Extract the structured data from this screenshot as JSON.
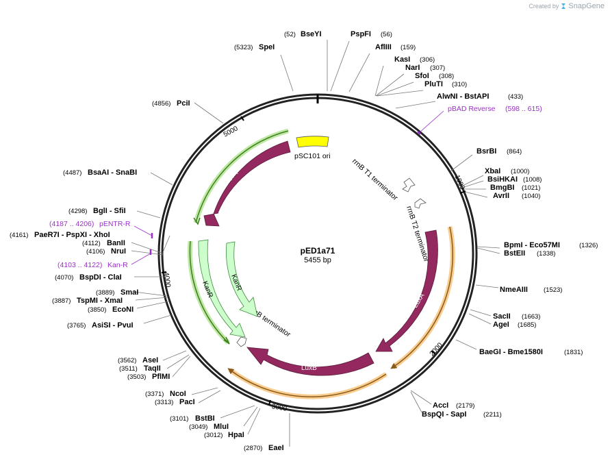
{
  "credit": {
    "created_by": "Created by",
    "brand": "SnapGene"
  },
  "plasmid": {
    "name": "pED1a71",
    "size_label": "5455 bp",
    "length": 5455
  },
  "colors": {
    "lux": "#93295f",
    "kan": "#ccffcc",
    "kan_stroke": "#3d8a3d",
    "ori": "#ffff00",
    "orange_glow": "#f6c173",
    "green_glow": "#b7e59a",
    "primer": "#9b30c9"
  },
  "ticks": [
    {
      "label": "1000"
    },
    {
      "label": "2000"
    },
    {
      "label": "3000"
    },
    {
      "label": "4000"
    },
    {
      "label": "5000"
    }
  ],
  "features": [
    {
      "label": "pSC101 ori"
    },
    {
      "label": "rrnB T1 terminator"
    },
    {
      "label": "rrnB T2 terminator"
    },
    {
      "label": "LuxA"
    },
    {
      "label": "LuxB"
    },
    {
      "label": "tonB terminator"
    },
    {
      "label": "KanR"
    },
    {
      "label": "KanR"
    },
    {
      "label": "Rep101"
    }
  ],
  "sites": [
    {
      "pos": "(52)",
      "name": "BseYI"
    },
    {
      "pos": "(56)",
      "name": "PspFI"
    },
    {
      "pos": "(159)",
      "name": "AflIII"
    },
    {
      "pos": "(5323)",
      "name": "SpeI"
    },
    {
      "pos": "(306)",
      "name": "KasI"
    },
    {
      "pos": "(307)",
      "name": "NarI"
    },
    {
      "pos": "(308)",
      "name": "SfoI"
    },
    {
      "pos": "(310)",
      "name": "PluTI"
    },
    {
      "pos": "(433)",
      "name": "AlwNI - BstAPI"
    },
    {
      "pos": "(864)",
      "name": "BsrBI"
    },
    {
      "pos": "(1000)",
      "name": "XbaI"
    },
    {
      "pos": "(1008)",
      "name": "BsiHKAI"
    },
    {
      "pos": "(1021)",
      "name": "BmgBI"
    },
    {
      "pos": "(1040)",
      "name": "AvrII"
    },
    {
      "pos": "(1326)",
      "name": "BpmI - Eco57MI"
    },
    {
      "pos": "(1338)",
      "name": "BstEII"
    },
    {
      "pos": "(1523)",
      "name": "NmeAIII"
    },
    {
      "pos": "(1663)",
      "name": "SacII"
    },
    {
      "pos": "(1685)",
      "name": "AgeI"
    },
    {
      "pos": "(1831)",
      "name": "BaeGI - Bme1580I"
    },
    {
      "pos": "(2179)",
      "name": "AccI"
    },
    {
      "pos": "(2211)",
      "name": "BspQI - SapI"
    },
    {
      "pos": "(2870)",
      "name": "EaeI"
    },
    {
      "pos": "(3012)",
      "name": "HpaI"
    },
    {
      "pos": "(3049)",
      "name": "MluI"
    },
    {
      "pos": "(3101)",
      "name": "BstBI"
    },
    {
      "pos": "(3313)",
      "name": "PacI"
    },
    {
      "pos": "(3371)",
      "name": "NcoI"
    },
    {
      "pos": "(3503)",
      "name": "PflMI"
    },
    {
      "pos": "(3511)",
      "name": "TaqII"
    },
    {
      "pos": "(3562)",
      "name": "AseI"
    },
    {
      "pos": "(3765)",
      "name": "AsiSI - PvuI"
    },
    {
      "pos": "(3850)",
      "name": "EcoNI"
    },
    {
      "pos": "(3887)",
      "name": "TspMI - XmaI"
    },
    {
      "pos": "(3889)",
      "name": "SmaI"
    },
    {
      "pos": "(4070)",
      "name": "BspDI - ClaI"
    },
    {
      "pos": "(4106)",
      "name": "NruI"
    },
    {
      "pos": "(4112)",
      "name": "BanII"
    },
    {
      "pos": "(4161)",
      "name": "PaeR7I - PspXI - XhoI"
    },
    {
      "pos": "(4298)",
      "name": "BglI - SfiI"
    },
    {
      "pos": "(4487)",
      "name": "BsaAI - SnaBI"
    },
    {
      "pos": "(4856)",
      "name": "PciI"
    }
  ],
  "primers": [
    {
      "label": "pBAD Reverse",
      "range": "(598 .. 615)"
    },
    {
      "label": "pENTR-R",
      "range": "(4187 .. 4206)"
    },
    {
      "label": "Kan-R",
      "range": "(4103 .. 4122)"
    }
  ]
}
